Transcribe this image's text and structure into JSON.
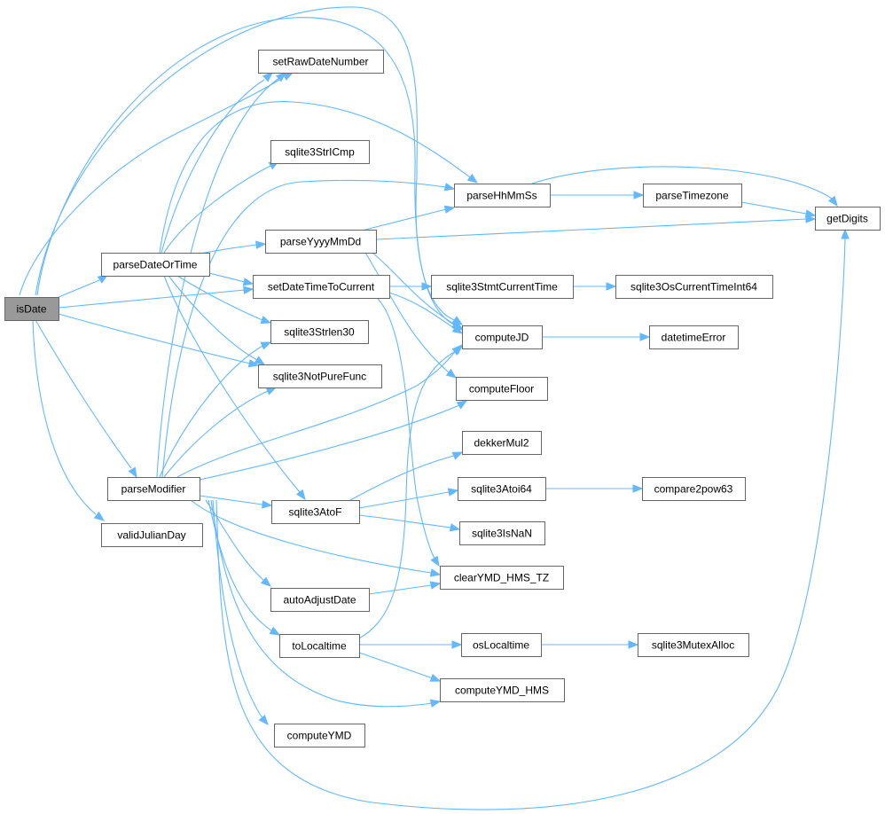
{
  "colors": {
    "edge": "#63b8ff",
    "node_border": "#666666",
    "root_fill": "#999999",
    "node_fill": "#ffffff"
  },
  "nodes": [
    {
      "id": "isDate",
      "label": "isDate",
      "root": true
    },
    {
      "id": "parseDateOrTime",
      "label": "parseDateOrTime"
    },
    {
      "id": "parseModifier",
      "label": "parseModifier"
    },
    {
      "id": "validJulianDay",
      "label": "validJulianDay"
    },
    {
      "id": "setRawDateNumber",
      "label": "setRawDateNumber"
    },
    {
      "id": "sqlite3StrICmp",
      "label": "sqlite3StrICmp"
    },
    {
      "id": "parseYyyyMmDd",
      "label": "parseYyyyMmDd"
    },
    {
      "id": "setDateTimeToCurrent",
      "label": "setDateTimeToCurrent"
    },
    {
      "id": "sqlite3Strlen30",
      "label": "sqlite3Strlen30"
    },
    {
      "id": "sqlite3NotPureFunc",
      "label": "sqlite3NotPureFunc"
    },
    {
      "id": "sqlite3AtoF",
      "label": "sqlite3AtoF"
    },
    {
      "id": "autoAdjustDate",
      "label": "autoAdjustDate"
    },
    {
      "id": "toLocaltime",
      "label": "toLocaltime"
    },
    {
      "id": "computeYMD",
      "label": "computeYMD"
    },
    {
      "id": "parseHhMmSs",
      "label": "parseHhMmSs"
    },
    {
      "id": "sqlite3StmtCurrentTime",
      "label": "sqlite3StmtCurrentTime"
    },
    {
      "id": "computeJD",
      "label": "computeJD"
    },
    {
      "id": "computeFloor",
      "label": "computeFloor"
    },
    {
      "id": "dekkerMul2",
      "label": "dekkerMul2"
    },
    {
      "id": "sqlite3Atoi64",
      "label": "sqlite3Atoi64"
    },
    {
      "id": "sqlite3IsNaN",
      "label": "sqlite3IsNaN"
    },
    {
      "id": "clearYMD_HMS_TZ",
      "label": "clearYMD_HMS_TZ"
    },
    {
      "id": "osLocaltime",
      "label": "osLocaltime"
    },
    {
      "id": "computeYMD_HMS",
      "label": "computeYMD_HMS"
    },
    {
      "id": "parseTimezone",
      "label": "parseTimezone"
    },
    {
      "id": "sqlite3OsCurrentTimeInt64",
      "label": "sqlite3OsCurrentTimeInt64"
    },
    {
      "id": "datetimeError",
      "label": "datetimeError"
    },
    {
      "id": "compare2pow63",
      "label": "compare2pow63"
    },
    {
      "id": "sqlite3MutexAlloc",
      "label": "sqlite3MutexAlloc"
    },
    {
      "id": "getDigits",
      "label": "getDigits"
    }
  ],
  "edges": [
    [
      "isDate",
      "parseDateOrTime"
    ],
    [
      "isDate",
      "setRawDateNumber"
    ],
    [
      "isDate",
      "parseHhMmSs"
    ],
    [
      "isDate",
      "setDateTimeToCurrent"
    ],
    [
      "isDate",
      "sqlite3NotPureFunc"
    ],
    [
      "isDate",
      "parseModifier"
    ],
    [
      "isDate",
      "validJulianDay"
    ],
    [
      "isDate",
      "computeJD"
    ],
    [
      "parseDateOrTime",
      "setRawDateNumber"
    ],
    [
      "parseDateOrTime",
      "sqlite3StrICmp"
    ],
    [
      "parseDateOrTime",
      "parseHhMmSs"
    ],
    [
      "parseDateOrTime",
      "parseYyyyMmDd"
    ],
    [
      "parseDateOrTime",
      "setDateTimeToCurrent"
    ],
    [
      "parseDateOrTime",
      "sqlite3Strlen30"
    ],
    [
      "parseDateOrTime",
      "sqlite3NotPureFunc"
    ],
    [
      "parseDateOrTime",
      "sqlite3AtoF"
    ],
    [
      "parseModifier",
      "setRawDateNumber"
    ],
    [
      "parseModifier",
      "parseHhMmSs"
    ],
    [
      "parseModifier",
      "sqlite3Strlen30"
    ],
    [
      "parseModifier",
      "sqlite3NotPureFunc"
    ],
    [
      "parseModifier",
      "computeJD"
    ],
    [
      "parseModifier",
      "computeFloor"
    ],
    [
      "parseModifier",
      "sqlite3AtoF"
    ],
    [
      "parseModifier",
      "clearYMD_HMS_TZ"
    ],
    [
      "parseModifier",
      "autoAdjustDate"
    ],
    [
      "parseModifier",
      "toLocaltime"
    ],
    [
      "parseModifier",
      "computeYMD_HMS"
    ],
    [
      "parseModifier",
      "computeYMD"
    ],
    [
      "parseModifier",
      "getDigits"
    ],
    [
      "parseYyyyMmDd",
      "parseHhMmSs"
    ],
    [
      "parseYyyyMmDd",
      "getDigits"
    ],
    [
      "parseYyyyMmDd",
      "computeJD"
    ],
    [
      "parseYyyyMmDd",
      "computeFloor"
    ],
    [
      "setDateTimeToCurrent",
      "sqlite3StmtCurrentTime"
    ],
    [
      "setDateTimeToCurrent",
      "computeJD"
    ],
    [
      "setDateTimeToCurrent",
      "clearYMD_HMS_TZ"
    ],
    [
      "sqlite3AtoF",
      "dekkerMul2"
    ],
    [
      "sqlite3AtoF",
      "sqlite3Atoi64"
    ],
    [
      "sqlite3AtoF",
      "sqlite3IsNaN"
    ],
    [
      "autoAdjustDate",
      "clearYMD_HMS_TZ"
    ],
    [
      "toLocaltime",
      "computeJD"
    ],
    [
      "toLocaltime",
      "osLocaltime"
    ],
    [
      "toLocaltime",
      "computeYMD_HMS"
    ],
    [
      "parseHhMmSs",
      "parseTimezone"
    ],
    [
      "parseHhMmSs",
      "getDigits"
    ],
    [
      "parseTimezone",
      "getDigits"
    ],
    [
      "sqlite3StmtCurrentTime",
      "sqlite3OsCurrentTimeInt64"
    ],
    [
      "computeJD",
      "datetimeError"
    ],
    [
      "sqlite3Atoi64",
      "compare2pow63"
    ],
    [
      "osLocaltime",
      "sqlite3MutexAlloc"
    ]
  ]
}
